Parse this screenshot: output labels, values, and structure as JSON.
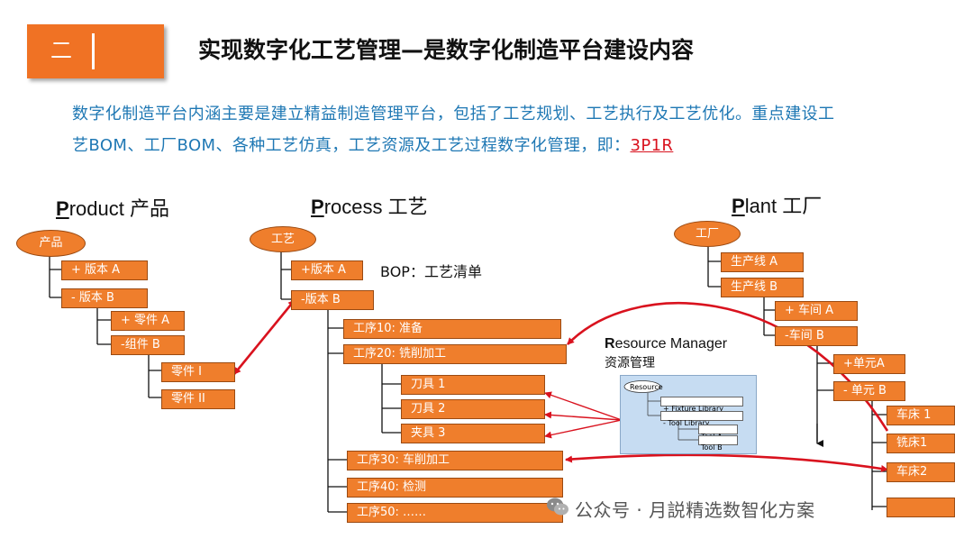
{
  "header": {
    "section_number": "二",
    "title": "实现数字化工艺管理—是数字化制造平台建设内容"
  },
  "intro": {
    "line1": "数字化制造平台内涵主要是建立精益制造管理平台，包括了工艺规划、工艺执行及工艺优化。重点建设工",
    "line2": "艺BOM、工厂BOM、各种工艺仿真，工艺资源及工艺过程数字化管理，即：",
    "highlight": "3P1R"
  },
  "product": {
    "initial": "P",
    "rest": "roduct",
    "cn": " 产品",
    "root": "产品",
    "items": [
      "+ 版本 A",
      "- 版本 B",
      "+ 零件 A",
      "-组件 B",
      "零件 I",
      "零件 II"
    ]
  },
  "process": {
    "initial": "P",
    "rest": "rocess",
    "cn": " 工艺",
    "root": "工艺",
    "bop_label": "BOP：工艺清单",
    "items": [
      "+版本 A",
      "-版本 B",
      "工序10: 准备",
      "工序20: 铣削加工",
      "刀具 1",
      "刀具 2",
      "夹具 3",
      "工序30: 车削加工",
      "工序40: 检测",
      "工序50: ……"
    ]
  },
  "plant": {
    "initial": "P",
    "rest": "lant",
    "cn": " 工厂",
    "root": "工厂",
    "items": [
      "生产线 A",
      "生产线 B",
      "+ 车间 A",
      "-车间 B",
      "+单元A",
      "- 单元 B",
      "车床 1",
      "铣床1",
      "车床2"
    ]
  },
  "resource_manager": {
    "initial": "R",
    "rest": "esource Manager",
    "cn": "资源管理",
    "panel": {
      "root": "Resource",
      "fixture": "+ Fixture Library",
      "tool": "- Tool Library",
      "tool_a": "Tool A",
      "tool_b": "Tool B"
    }
  },
  "watermark": {
    "text": "公众号 · 月説精选数智化方案"
  },
  "colors": {
    "accent": "#f07224",
    "box_fill": "#ef7e2c",
    "intro_text": "#1f78b4",
    "highlight": "#d9121e",
    "arrow": "#d9121e"
  }
}
